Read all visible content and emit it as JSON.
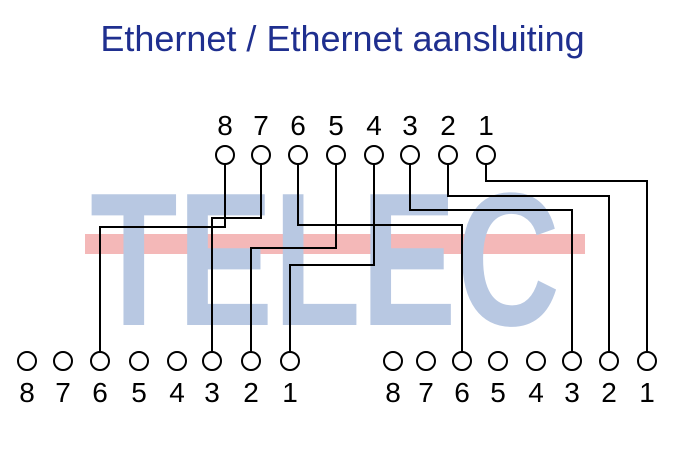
{
  "title": "Ethernet / Ethernet aansluiting",
  "watermark": {
    "text": "TELEC",
    "color": "#b8c8e2",
    "stripe_color": "#f4b8b8"
  },
  "colors": {
    "title": "#1f2f8f",
    "wire": "#000000"
  },
  "top_connector": {
    "pins": [
      "8",
      "7",
      "6",
      "5",
      "4",
      "3",
      "2",
      "1"
    ]
  },
  "left_connector": {
    "pins": [
      "8",
      "7",
      "6",
      "5",
      "4",
      "3",
      "2",
      "1"
    ]
  },
  "right_connector": {
    "pins": [
      "8",
      "7",
      "6",
      "5",
      "4",
      "3",
      "2",
      "1"
    ]
  },
  "wiring": [
    {
      "from": "top-8",
      "to": "left-6"
    },
    {
      "from": "top-7",
      "to": "left-3"
    },
    {
      "from": "top-6",
      "to": "right-6"
    },
    {
      "from": "top-5",
      "to": "left-2"
    },
    {
      "from": "top-4",
      "to": "left-1"
    },
    {
      "from": "top-3",
      "to": "right-3"
    },
    {
      "from": "top-2",
      "to": "right-2"
    },
    {
      "from": "top-1",
      "to": "right-1"
    }
  ]
}
